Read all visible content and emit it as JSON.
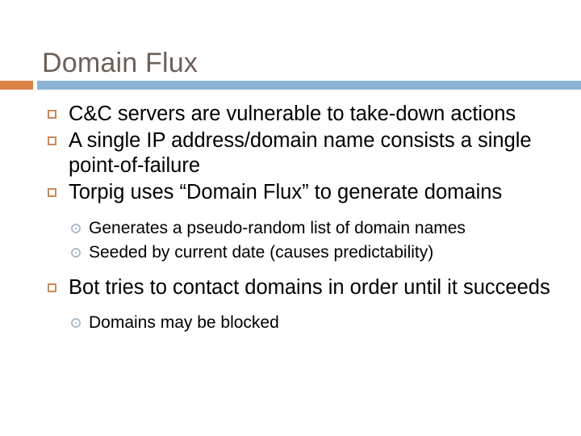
{
  "slide": {
    "title": "Domain Flux",
    "theme": {
      "title_color": "#6d6058",
      "accent_orange": "#dd8247",
      "accent_blue": "#8db3d4",
      "bullet_square_color": "#c7895b",
      "bullet_ring_color": "#a9bccd",
      "body_text_color": "#000000",
      "background": "#ffffff"
    },
    "bullets": [
      {
        "level": 1,
        "marker": "square-bullet",
        "text": "C&C servers are vulnerable to take-down actions"
      },
      {
        "level": 1,
        "marker": "square-bullet",
        "text": "A single IP address/domain name consists a single point-of-failure"
      },
      {
        "level": 1,
        "marker": "square-bullet",
        "text": "Torpig uses “Domain Flux” to generate domains"
      },
      {
        "level": 2,
        "marker": "ring-bullet",
        "text": "Generates a pseudo-random list of domain names"
      },
      {
        "level": 2,
        "marker": "ring-bullet",
        "text": "Seeded by current date (causes predictability)"
      },
      {
        "level": 1,
        "marker": "square-bullet",
        "text": "Bot tries to contact domains in order until it succeeds"
      },
      {
        "level": 2,
        "marker": "ring-bullet",
        "text": "Domains may be blocked"
      }
    ]
  }
}
